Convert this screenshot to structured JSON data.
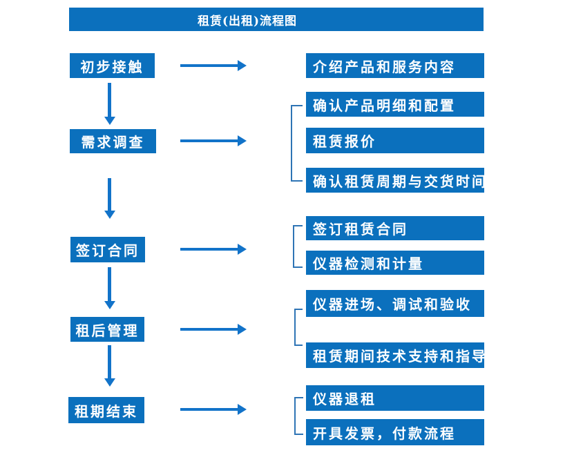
{
  "title": "租赁(出租)流程图",
  "colors": {
    "box_fill": "#0b70bd",
    "arrow": "#1273c9",
    "bracket": "#2e74b5",
    "text_on_blue": "#ffffff",
    "background": "#ffffff"
  },
  "flow": {
    "steps": [
      {
        "label": "初步接触",
        "outputs": [
          "介绍产品和服务内容"
        ]
      },
      {
        "label": "需求调查",
        "outputs": [
          "确认产品明细和配置",
          "租赁报价",
          "确认租赁周期与交货时间"
        ]
      },
      {
        "label": "签订合同",
        "outputs": [
          "签订租赁合同",
          "仪器检测和计量"
        ]
      },
      {
        "label": "租后管理",
        "outputs": [
          "仪器进场、调试和验收",
          "租赁期间技术支持和指导"
        ]
      },
      {
        "label": "租期结束",
        "outputs": [
          "仪器退租",
          "开具发票，付款流程"
        ]
      }
    ]
  }
}
